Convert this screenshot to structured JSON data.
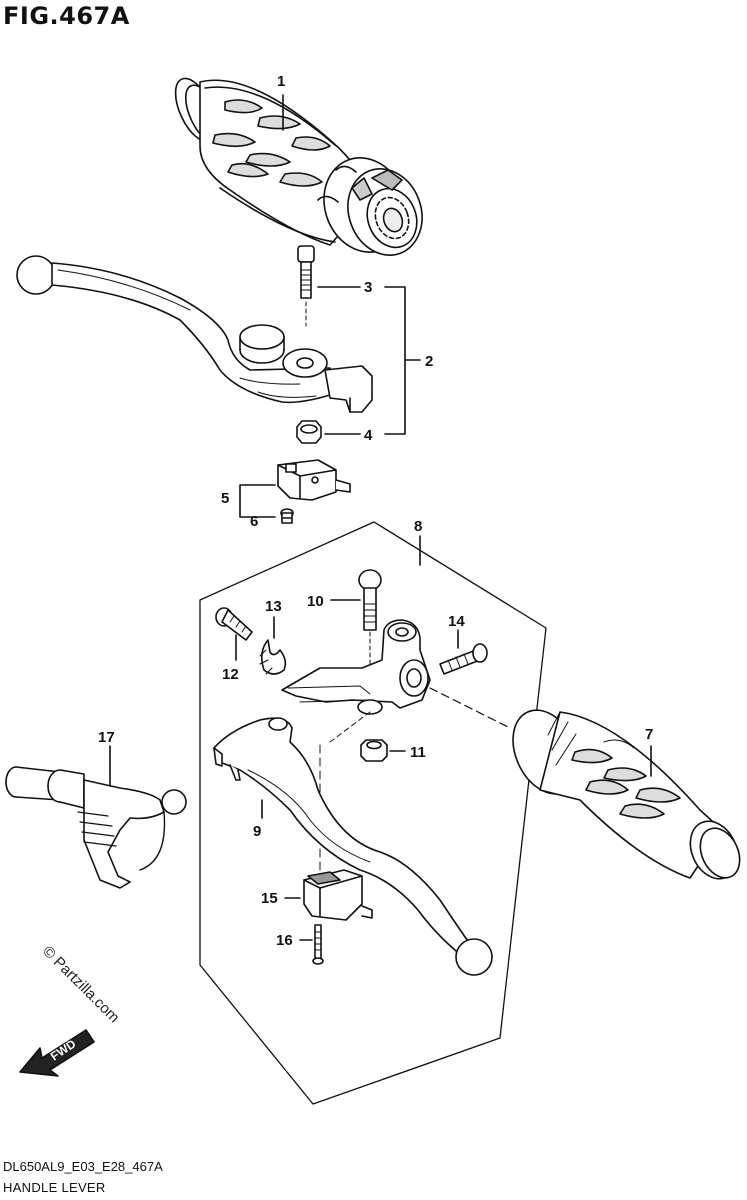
{
  "figure": {
    "title": "FIG.467A",
    "code": "DL650AL9_E03_E28_467A",
    "name": "HANDLE LEVER"
  },
  "watermark": "© Partzilla.com",
  "fwd_label": "FWD",
  "callouts": {
    "c1": "1",
    "c2": "2",
    "c3": "3",
    "c4": "4",
    "c5": "5",
    "c6": "6",
    "c7": "7",
    "c8": "8",
    "c9": "9",
    "c10": "10",
    "c11": "11",
    "c12": "12",
    "c13": "13",
    "c14": "14",
    "c15": "15",
    "c16": "16",
    "c17": "17"
  },
  "colors": {
    "line": "#111111",
    "shade": "#8a8a8a",
    "light": "#cfcfcf"
  }
}
